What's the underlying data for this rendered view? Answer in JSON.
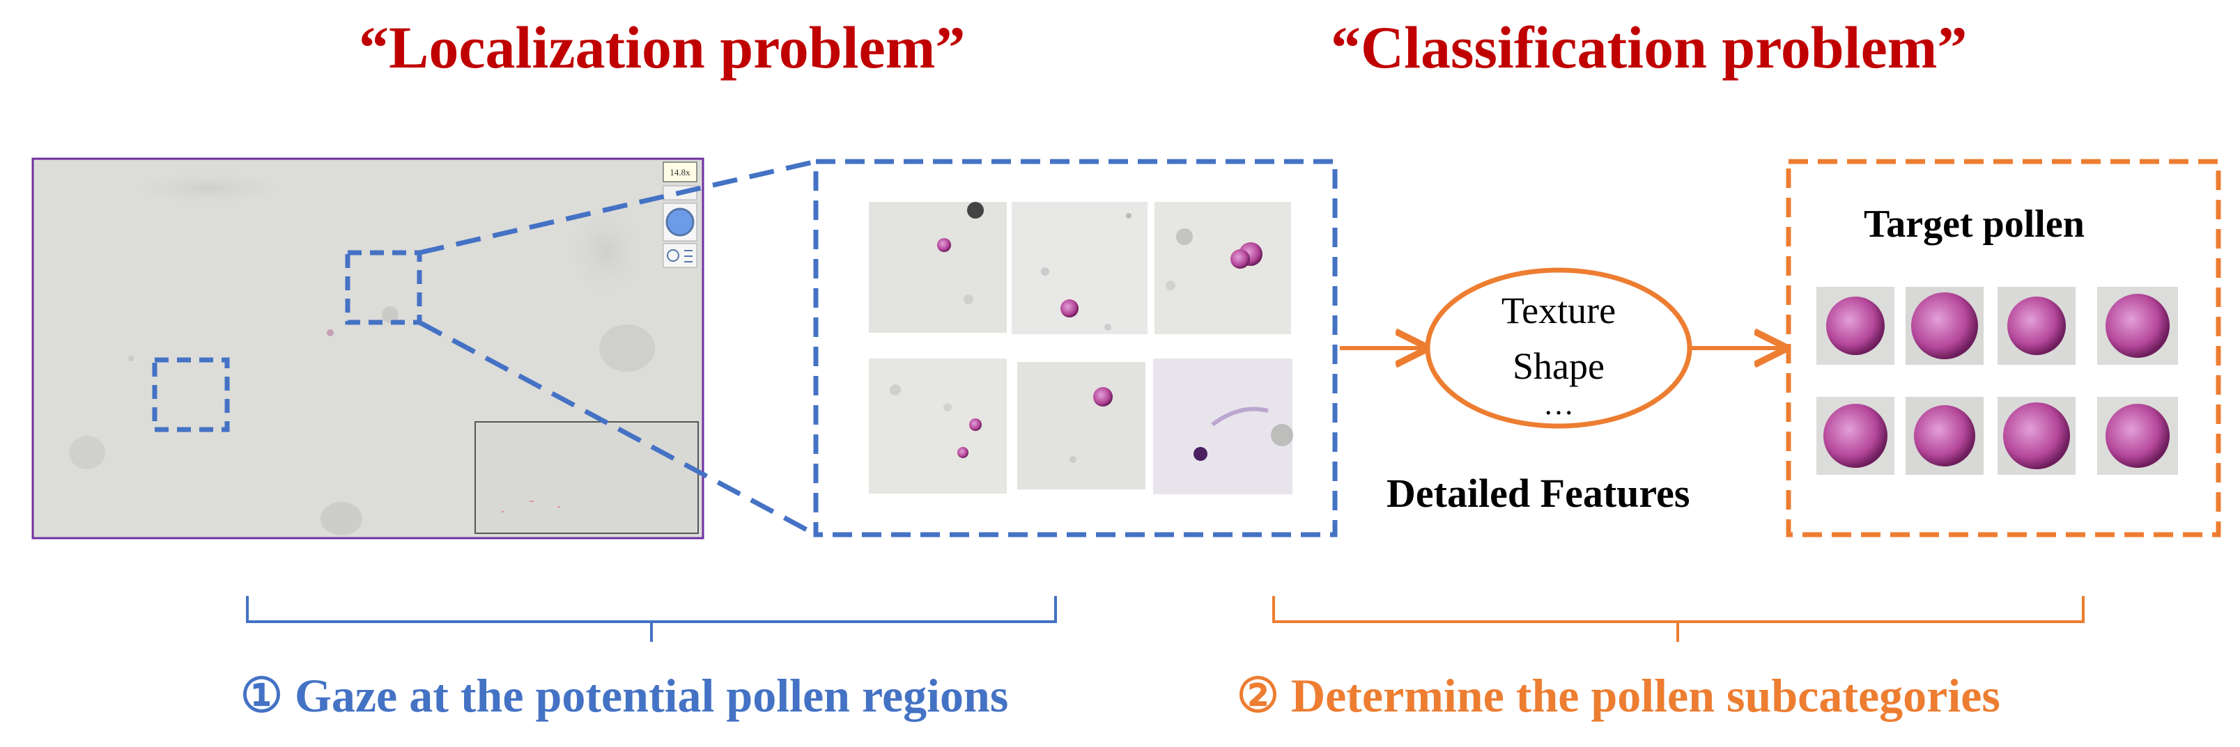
{
  "headings": {
    "localization": "“Localization problem”",
    "classification": "“Classification problem”"
  },
  "microscope": {
    "badge": "14.8x"
  },
  "features": {
    "items": [
      "Texture",
      "Shape",
      "…"
    ],
    "title": "Detailed Features"
  },
  "target": {
    "title": "Target pollen"
  },
  "captions": {
    "step1": "① Gaze at the potential pollen regions",
    "step2": "② Determine the pollen subcategories"
  },
  "colors": {
    "heading": "#c00000",
    "blue": "#4472c4",
    "orange": "#ed7d31",
    "frame": "#7030a0",
    "pollen": "#b5479a"
  }
}
